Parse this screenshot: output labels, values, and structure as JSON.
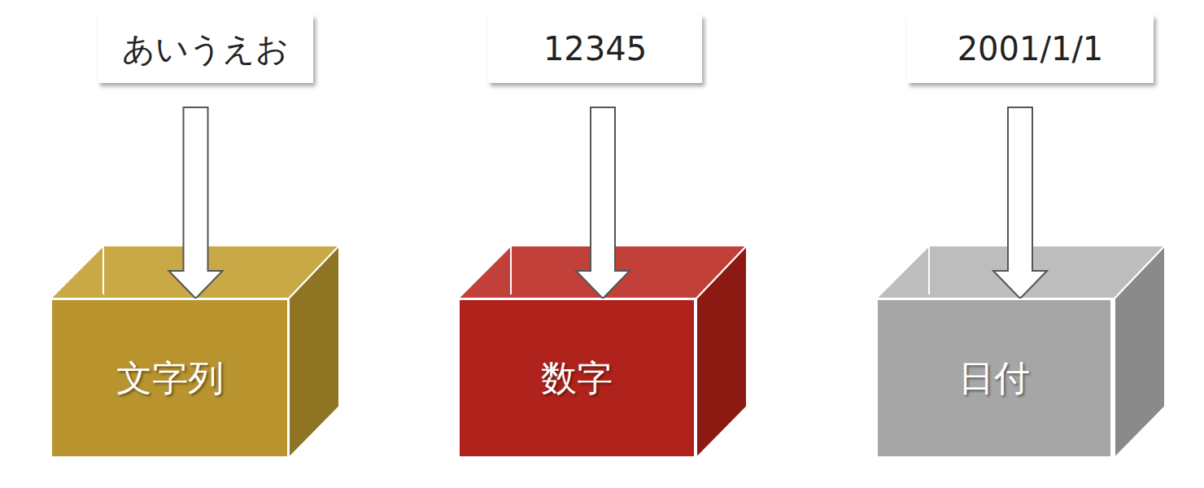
{
  "diagram": {
    "nodes": [
      {
        "text": [
          "あいうえお"
        ]
      },
      {
        "text": [
          "12345"
        ]
      },
      {
        "text": [
          "2001/1/1"
        ]
      },
      {
        "text": [
          "文字列"
        ]
      },
      {
        "text": [
          "数字"
        ]
      },
      {
        "text": [
          "日付"
        ]
      }
    ],
    "edges": [
      {
        "from": 0,
        "to": 3,
        "arrow": "to"
      },
      {
        "from": 1,
        "to": 4,
        "arrow": "to"
      },
      {
        "from": 2,
        "to": 5,
        "arrow": "to"
      }
    ]
  }
}
